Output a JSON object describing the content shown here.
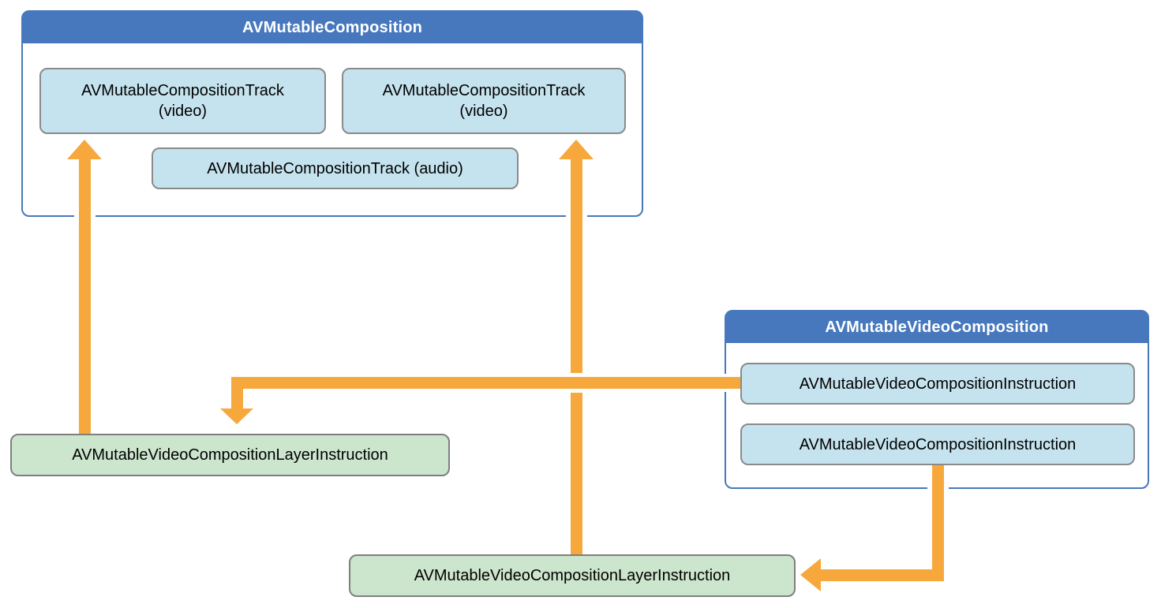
{
  "diagram": {
    "composition": {
      "title": "AVMutableComposition",
      "tracks": [
        {
          "line1": "AVMutableCompositionTrack",
          "line2": "(video)"
        },
        {
          "line1": "AVMutableCompositionTrack",
          "line2": "(video)"
        },
        {
          "line1": "AVMutableCompositionTrack (audio)",
          "line2": ""
        }
      ]
    },
    "video_composition": {
      "title": "AVMutableVideoComposition",
      "instructions": [
        {
          "label": "AVMutableVideoCompositionInstruction"
        },
        {
          "label": "AVMutableVideoCompositionInstruction"
        }
      ]
    },
    "layer_instructions": [
      {
        "label": "AVMutableVideoCompositionLayerInstruction"
      },
      {
        "label": "AVMutableVideoCompositionLayerInstruction"
      }
    ],
    "arrows": [
      {
        "from": "left layer instruction",
        "to": "composition track video 1",
        "direction": "up"
      },
      {
        "from": "bottom layer instruction",
        "to": "composition track video 2",
        "direction": "up"
      },
      {
        "from": "video composition instruction 1",
        "to": "left layer instruction",
        "direction": "left-then-down"
      },
      {
        "from": "video composition instruction 2",
        "to": "bottom layer instruction",
        "direction": "down-then-left"
      }
    ],
    "colors": {
      "header_blue": "#4778be",
      "panel_border_blue": "#4778be",
      "box_blue_fill": "#c5e3ee",
      "box_gray_border": "#8a8a8a",
      "box_green_fill": "#cce5cd",
      "arrow_orange": "#f6a83d",
      "text_black": "#000000",
      "header_text_white": "#ffffff"
    }
  }
}
